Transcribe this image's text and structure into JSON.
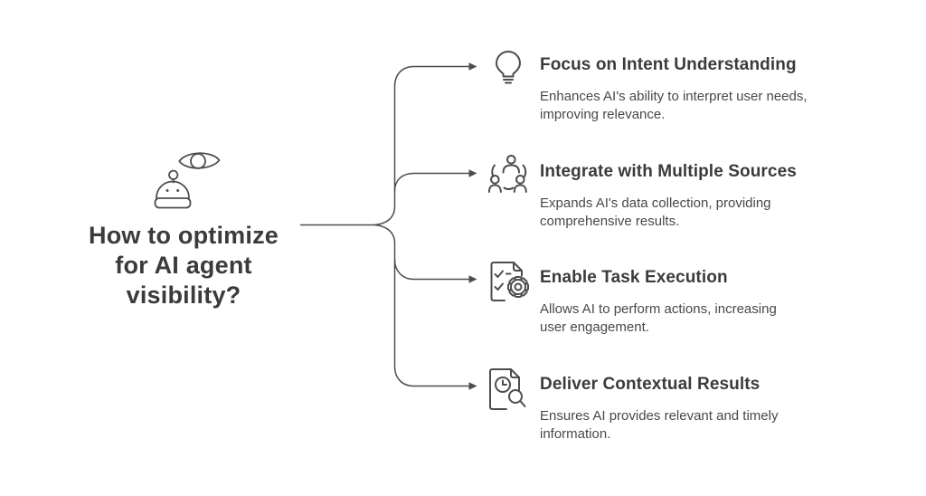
{
  "page": {
    "background": "#ffffff"
  },
  "colors": {
    "heading": "#3b3b3b",
    "title": "#3b3b3b",
    "body": "#484848",
    "line": "#4d4d4d",
    "background": "#ffffff"
  },
  "center": {
    "icon": "robot-eye-icon",
    "title_lines": [
      "How to optimize",
      "for AI agent",
      "visibility?"
    ]
  },
  "branches": [
    {
      "icon": "lightbulb-icon",
      "title": "Focus on Intent Understanding",
      "description_lines": [
        "Enhances AI's ability to interpret user needs,",
        "improving relevance."
      ]
    },
    {
      "icon": "team-network-icon",
      "title": "Integrate with Multiple Sources",
      "description_lines": [
        "Expands AI's data collection, providing",
        "comprehensive results."
      ]
    },
    {
      "icon": "task-checklist-gear-icon",
      "title": "Enable Task Execution",
      "description_lines": [
        "Allows AI to perform actions, increasing",
        "user engagement."
      ]
    },
    {
      "icon": "document-clock-search-icon",
      "title": "Deliver Contextual Results",
      "description_lines": [
        "Ensures AI provides relevant and timely",
        "information."
      ]
    }
  ]
}
